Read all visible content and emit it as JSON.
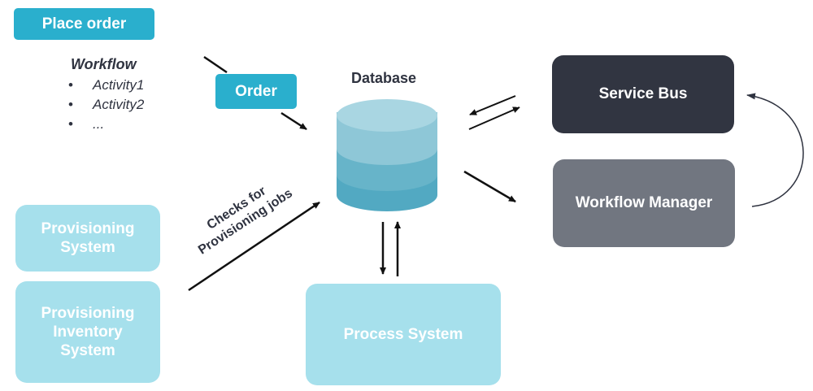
{
  "nodes": {
    "place_order": "Place order",
    "order": "Order",
    "database": "Database",
    "service_bus": "Service Bus",
    "workflow_manager": "Workflow Manager",
    "provisioning_system": "Provisioning System",
    "provisioning_inventory_system": "Provisioning Inventory System",
    "process_system": "Process System"
  },
  "workflow": {
    "title": "Workflow",
    "items": [
      "Activity1",
      "Activity2",
      "..."
    ]
  },
  "edge_labels": {
    "checks_line1": "Checks for",
    "checks_line2": "Provisioning jobs"
  },
  "colors": {
    "teal": "#2aafcd",
    "light_teal": "#a6e0ec",
    "dark": "#313541",
    "grey": "#717680",
    "db_top": "#a9d6e2",
    "db_mid1": "#8ec7d7",
    "db_mid2": "#67b4c9",
    "db_bottom": "#52a9c2"
  }
}
